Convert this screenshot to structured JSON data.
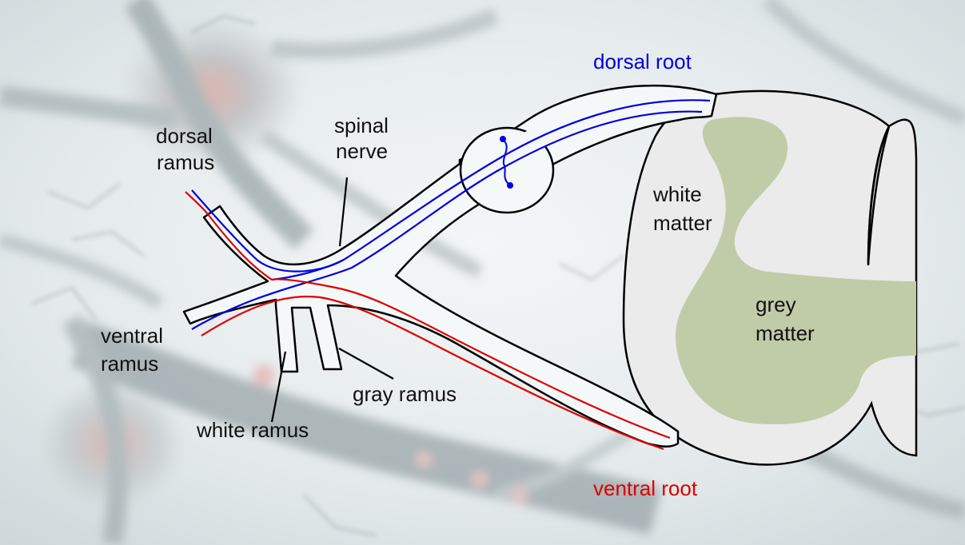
{
  "diagram": {
    "labels": {
      "dorsal_root": "dorsal root",
      "spinal_nerve_1": "spinal",
      "spinal_nerve_2": "nerve",
      "dorsal_ramus_1": "dorsal",
      "dorsal_ramus_2": "ramus",
      "white_matter_1": "white",
      "white_matter_2": "matter",
      "grey_matter_1": "grey",
      "grey_matter_2": "matter",
      "ventral_ramus_1": "ventral",
      "ventral_ramus_2": "ramus",
      "gray_ramus": "gray ramus",
      "white_ramus": "white ramus",
      "ventral_root": "ventral root"
    },
    "colors": {
      "sensory_fiber": "#0000dd",
      "motor_fiber": "#dd0000",
      "grey_matter": "#c0cba8",
      "white_matter": "#ebebeb",
      "nerve_fill": "#f4f8f9",
      "outline": "#000000",
      "background": "#dfe7ea"
    }
  }
}
